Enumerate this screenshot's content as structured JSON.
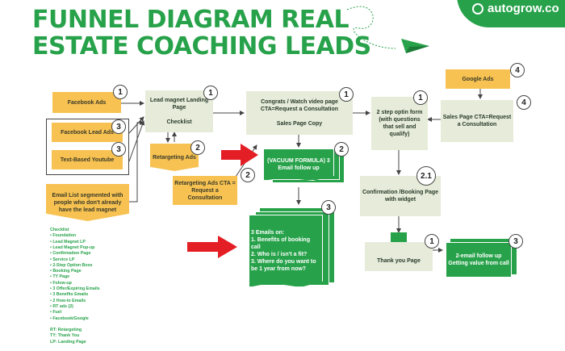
{
  "title": "FUNNEL DIAGRAM REAL ESTATE COACHING LEADS",
  "brand": {
    "name": "autogrow.co",
    "icon": "autogrow-logo-icon"
  },
  "icons": {
    "paper_plane": "paper-plane-icon",
    "red_arrow": "red-arrow-icon"
  },
  "colors": {
    "green": "#27a24a",
    "yellow": "#f7c251",
    "gray": "#e6ecd9",
    "red": "#e31e24"
  },
  "nodes": {
    "facebook_ads": {
      "label": "Facebook Ads",
      "badge": "1"
    },
    "facebook_lead_ads": {
      "label": "Facebook Lead Ads",
      "badge": "3"
    },
    "text_youtube": {
      "label": "Text-Based Youtube",
      "badge": "3"
    },
    "email_list": {
      "label": "Email List segmented with people who don't already have the lead magnet"
    },
    "lead_magnet": {
      "label": "Lead magnet Landing Page\n\nChecklist",
      "badge": "1"
    },
    "retargeting_ads": {
      "label": "Retargeting Ads",
      "badge": "2"
    },
    "retargeting_cta": {
      "label": "Retargeting Ads CTA = Request a Consultation",
      "badge": "2"
    },
    "congrats": {
      "label": "Congrats / Watch video page CTA=Request a Consultation\n\nSales Page Copy",
      "badge": "1"
    },
    "vacuum": {
      "label": "(VACUUM FORMULA) 3 Email follow up",
      "badge": "2"
    },
    "emails_on": {
      "label": "3 Emails on:\n1. Benefits of booking call\n2. Who is / isn't a fit?\n3. Where do you want to be 1 year from now?",
      "badge": "3"
    },
    "optin": {
      "label": "2 step optin form (with questions that sell and qualify)",
      "badge": "1"
    },
    "google_ads": {
      "label": "Google Ads",
      "badge": "4"
    },
    "sales_page": {
      "label": "Sales Page CTA=Request a Consultation",
      "badge": "4"
    },
    "confirmation": {
      "label": "Confirmation /Booking Page with widget",
      "badge": "2.1"
    },
    "thank_you": {
      "label": "Thank you Page",
      "badge": "1"
    },
    "email_followup": {
      "label": "2-email follow up Getting value from call",
      "badge": "3"
    }
  },
  "checklist": [
    "Checklist",
    "• Foundation",
    "    • Lead Magnet LP",
    "    • Lead Magnet Pop-up",
    "    • Confirmation Page",
    "    • Service LP",
    "    • 2-Step Option Boxs",
    "    • Booking Page",
    "    • TY Page",
    "• Folow-up",
    "    • 3 Offer/Expiring Emails",
    "    • 3 Benefits Emails",
    "    • 2 How-to Emails",
    "    • RT ads (2)",
    "• Fuel",
    "    • Facebook/Google",
    "",
    "RT: Retargeting",
    "TY: Thank You",
    "LP: Landing Page"
  ]
}
